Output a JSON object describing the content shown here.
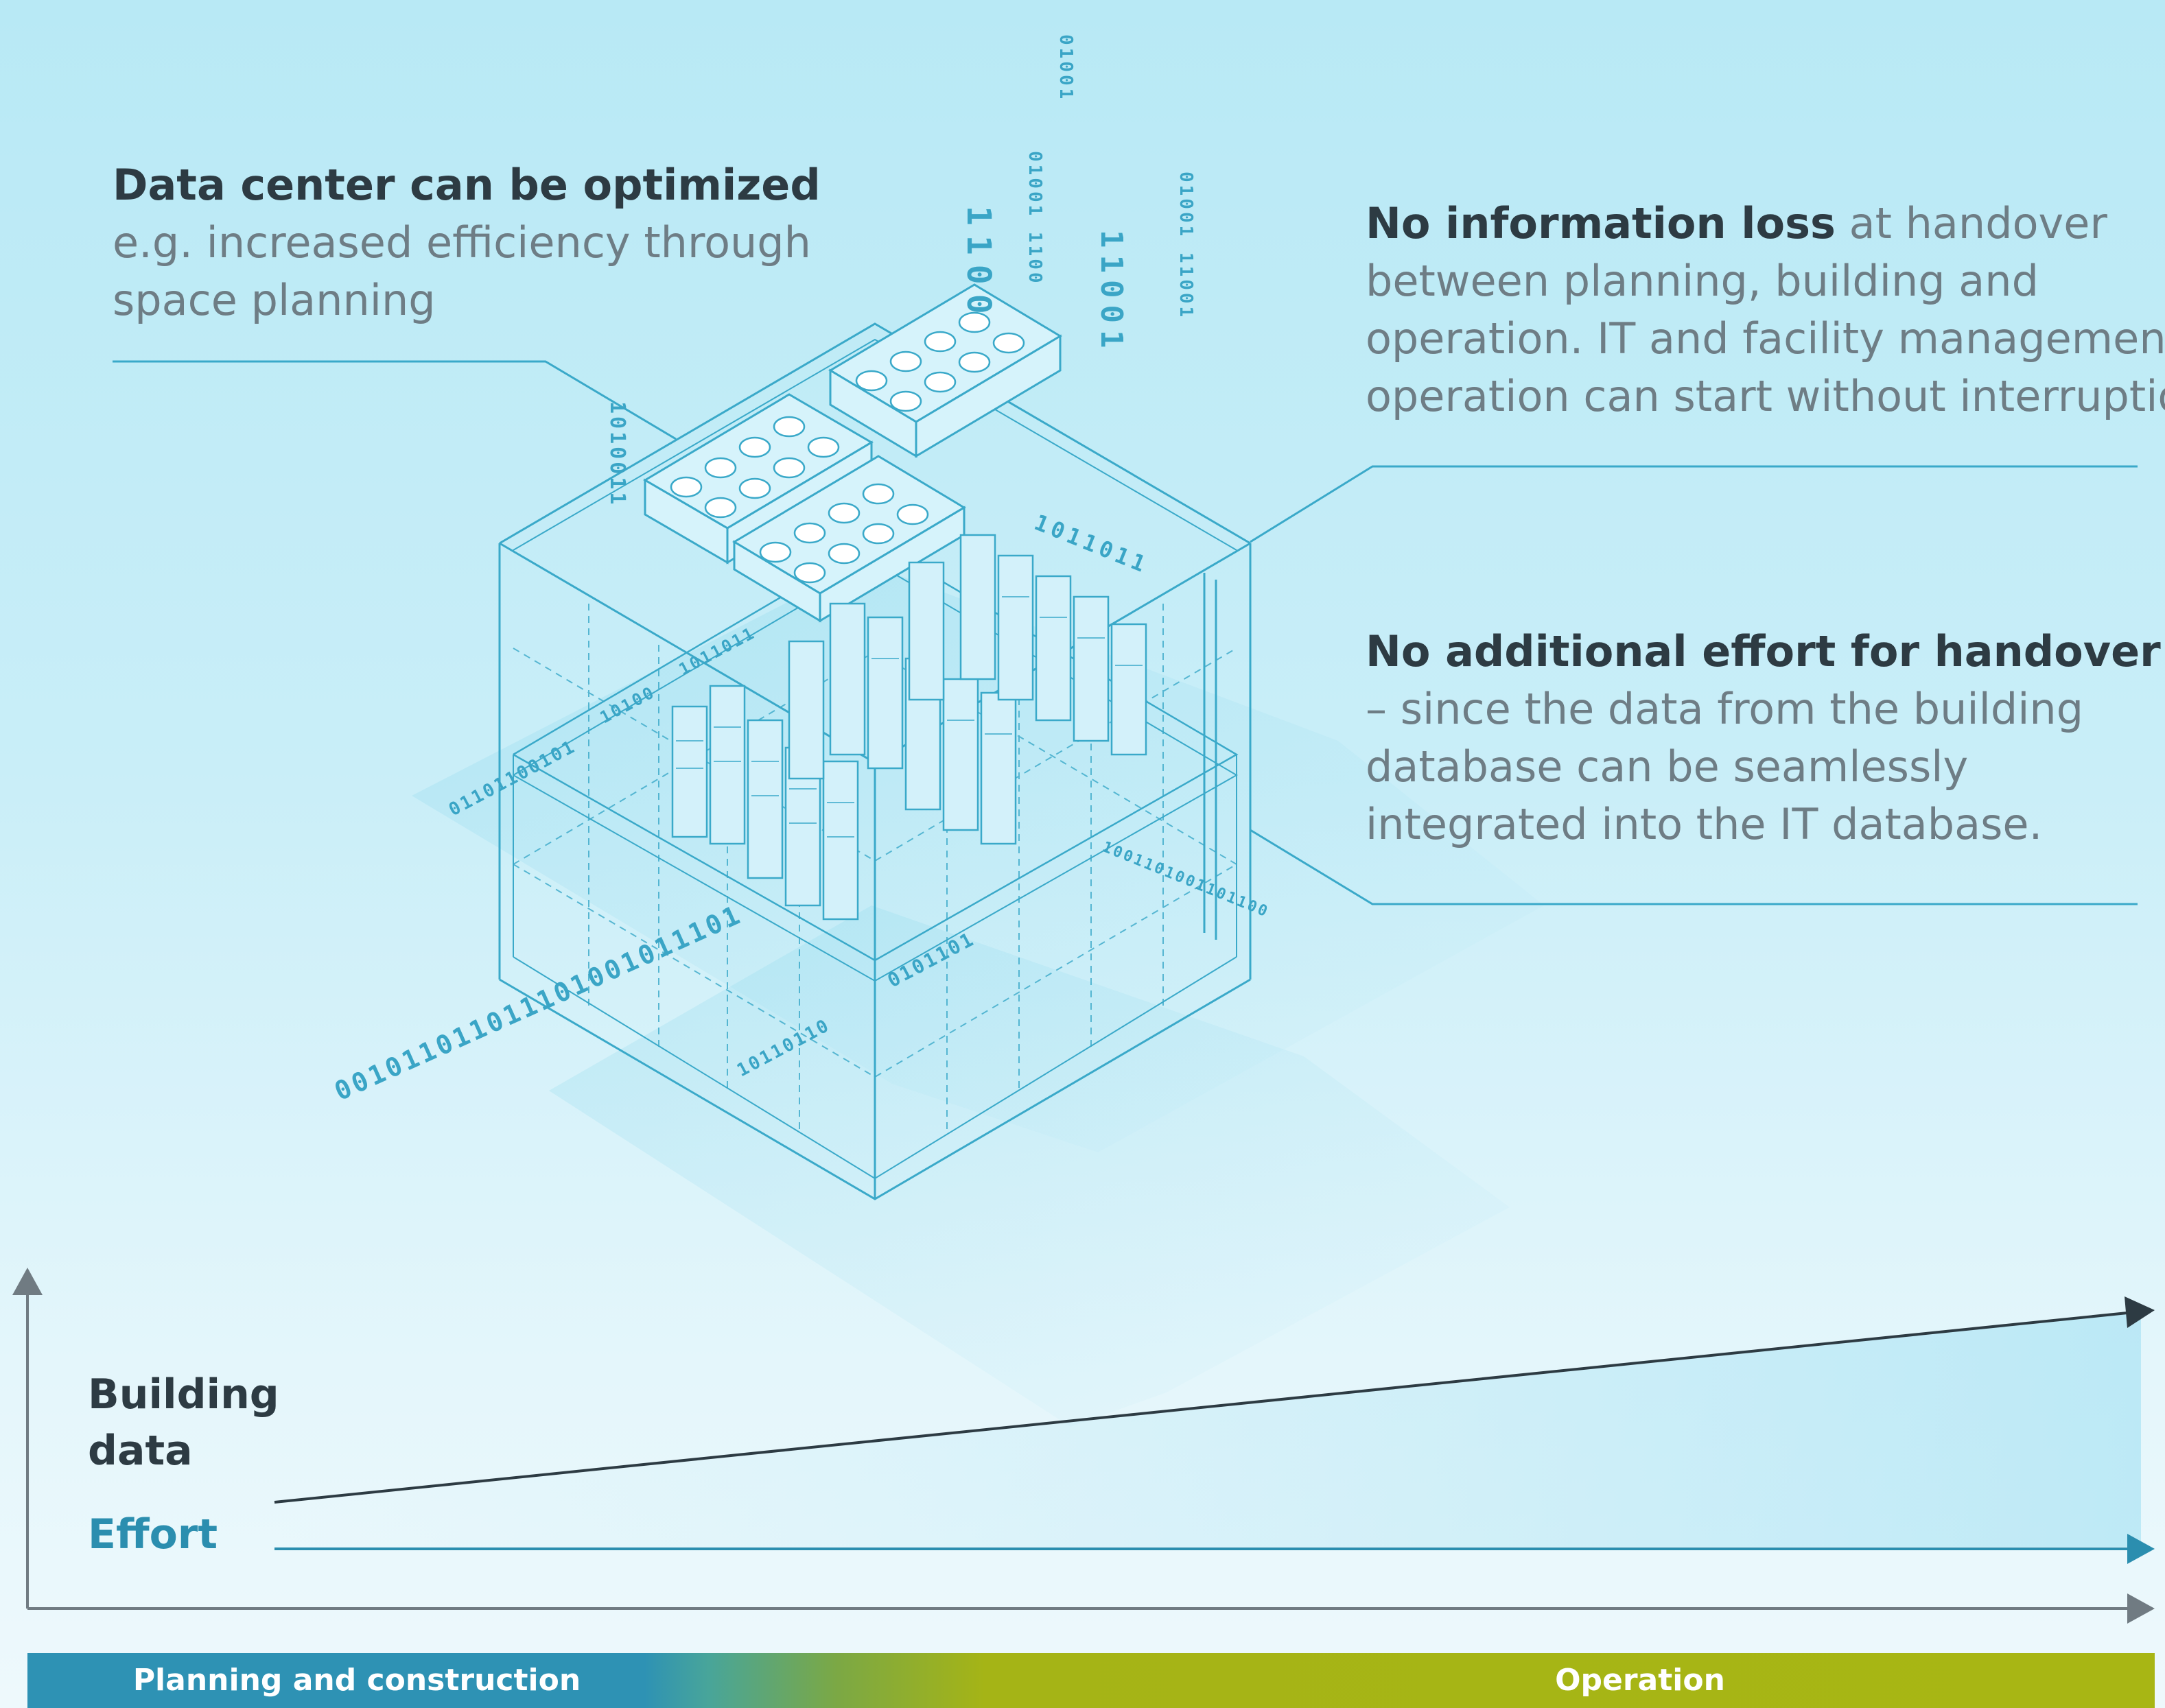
{
  "blocks": {
    "optimized": {
      "title": "Data center can be optimized",
      "body": "e.g. increased efficiency through space planning"
    },
    "info_loss": {
      "bold": "No information loss",
      "rest": " at handover",
      "line2": "between planning, building and",
      "line3": "operation. IT and facility management",
      "line4": "operation can start without interruption"
    },
    "additional_effort": {
      "bold": "No additional effort for handover",
      "rest": " – since the data from the building database can be seamlessly integrated into the IT database."
    }
  },
  "chart": {
    "building_data_label": "Building data",
    "effort_label": "Effort"
  },
  "phases": {
    "planning": "Planning and construction",
    "operation": "Operation"
  },
  "binary": {
    "col1": "1100",
    "col2": "11001",
    "col3": "01001",
    "col4": "01001 1100",
    "col5": "01001 11001",
    "col6": "1010011",
    "diag1": "1011011",
    "diag2": "10100",
    "diag3": "1011011",
    "diag4": "01101100101",
    "diag5": "001011011011101001011101",
    "diag6": "10110110",
    "diag7": "0101101",
    "diag8": "1001101001101100"
  },
  "colors": {
    "building_line": "#2d3b43",
    "effort_line": "#2b8eaf",
    "axis": "#707b82",
    "illustration_line": "#3aa9c9",
    "binary_text": "#3aa5c6"
  }
}
